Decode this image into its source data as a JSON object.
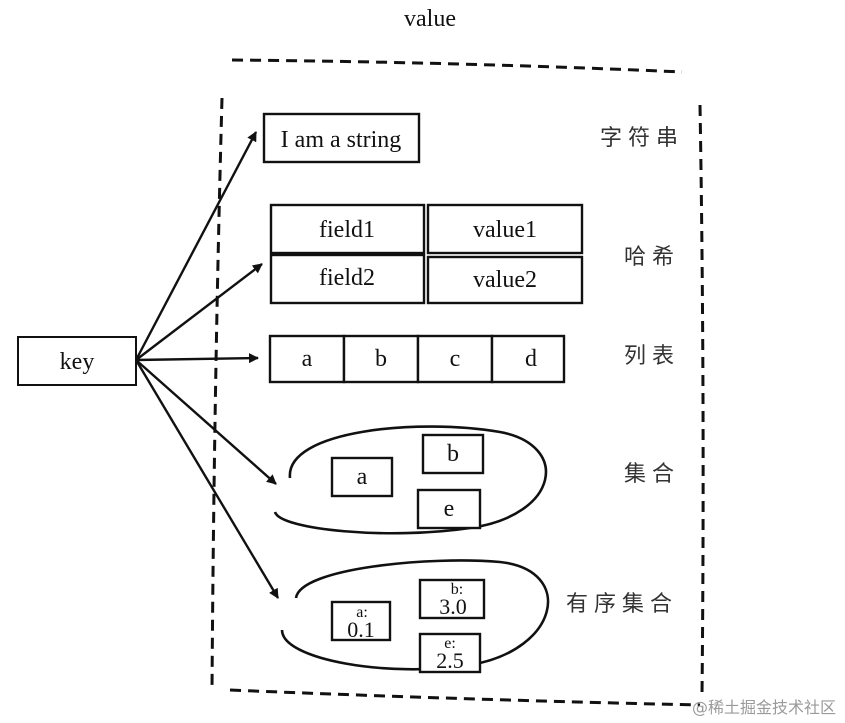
{
  "title": "value",
  "key_label": "key",
  "string": {
    "value": "I am a string",
    "type_label": "字符串"
  },
  "hash": {
    "fields": [
      {
        "field": "field1",
        "value": "value1"
      },
      {
        "field": "field2",
        "value": "value2"
      }
    ],
    "type_label": "哈希"
  },
  "list": {
    "items": [
      "a",
      "b",
      "c",
      "d"
    ],
    "type_label": "列表"
  },
  "set": {
    "members": [
      "a",
      "b",
      "e"
    ],
    "type_label": "集合"
  },
  "zset": {
    "members": [
      {
        "member": "a:",
        "score": "0.1"
      },
      {
        "member": "b:",
        "score": "3.0"
      },
      {
        "member": "e:",
        "score": "2.5"
      }
    ],
    "type_label": "有序集合"
  },
  "watermark": "@稀土掘金技术社区"
}
